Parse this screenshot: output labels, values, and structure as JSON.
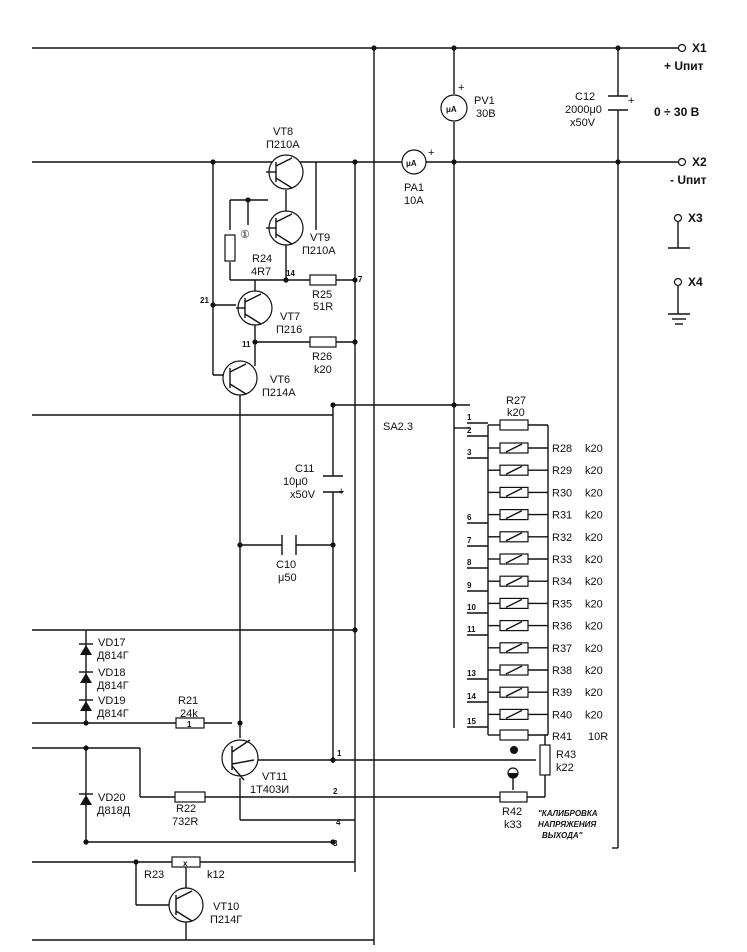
{
  "terminals": {
    "x1": "X1",
    "x1_sub": "+ Uпит",
    "x2": "X2",
    "x2_sub": "- Uпит",
    "x3": "X3",
    "x4": "X4",
    "range": "0 ÷ 30 В"
  },
  "meters": {
    "pv1": {
      "symbol": "μA",
      "ref": "PV1",
      "value": "30В"
    },
    "pa1": {
      "symbol": "μA",
      "ref": "PA1",
      "value": "10А"
    }
  },
  "capacitors": {
    "c12": {
      "ref": "C12",
      "value": "2000μ0",
      "voltage": "x50V"
    },
    "c11": {
      "ref": "C11",
      "value": "10μ0",
      "voltage": "x50V"
    },
    "c10": {
      "ref": "C10",
      "value": "μ50"
    }
  },
  "transistors": {
    "vt8": {
      "ref": "VT8",
      "type": "П210А"
    },
    "vt9": {
      "ref": "VT9",
      "type": "П210А"
    },
    "vt7": {
      "ref": "VT7",
      "type": "П216"
    },
    "vt6": {
      "ref": "VT6",
      "type": "П214А"
    },
    "vt11": {
      "ref": "VT11",
      "type": "1Т403И"
    },
    "vt10": {
      "ref": "VT10",
      "type": "П214Г"
    }
  },
  "resistors": {
    "r24": {
      "ref": "R24",
      "value": "4R7",
      "mark": "①"
    },
    "r25": {
      "ref": "R25",
      "value": "51R"
    },
    "r26": {
      "ref": "R26",
      "value": "k20"
    },
    "r27": {
      "ref": "R27",
      "value": "k20"
    },
    "r21": {
      "ref": "R21",
      "value": "24k",
      "mark": "1"
    },
    "r22": {
      "ref": "R22",
      "value": "732R"
    },
    "r23": {
      "ref": "R23",
      "value": "k12",
      "mark": "x"
    },
    "r41": {
      "ref": "R41",
      "value": "10R"
    },
    "r42": {
      "ref": "R42",
      "value": "k33"
    },
    "r43": {
      "ref": "R43",
      "value": "k22"
    }
  },
  "divider": [
    {
      "ref": "R28",
      "value": "k20"
    },
    {
      "ref": "R29",
      "value": "k20"
    },
    {
      "ref": "R30",
      "value": "k20"
    },
    {
      "ref": "R31",
      "value": "k20"
    },
    {
      "ref": "R32",
      "value": "k20"
    },
    {
      "ref": "R33",
      "value": "k20"
    },
    {
      "ref": "R34",
      "value": "k20"
    },
    {
      "ref": "R35",
      "value": "k20"
    },
    {
      "ref": "R36",
      "value": "k20"
    },
    {
      "ref": "R37",
      "value": "k20"
    },
    {
      "ref": "R38",
      "value": "k20"
    },
    {
      "ref": "R39",
      "value": "k20"
    },
    {
      "ref": "R40",
      "value": "k20"
    }
  ],
  "switch": {
    "ref": "SA2.3",
    "positions": [
      "1",
      "2",
      "3",
      "6",
      "7",
      "8",
      "9",
      "10",
      "11",
      "13",
      "14",
      "15"
    ]
  },
  "diodes": {
    "vd17": {
      "ref": "VD17",
      "type": "Д814Г"
    },
    "vd18": {
      "ref": "VD18",
      "type": "Д814Г"
    },
    "vd19": {
      "ref": "VD19",
      "type": "Д814Г"
    },
    "vd20": {
      "ref": "VD20",
      "type": "Д818Д"
    }
  },
  "pins": {
    "p7": "7",
    "p14": "14",
    "p21": "21",
    "p11": "11",
    "p1": "1",
    "p2": "2",
    "p3": "3",
    "p4": "4"
  },
  "calibration_note": [
    "\"КАЛИБРОВКА",
    "НАПРЯЖЕНИЯ",
    "ВЫХОДА\""
  ]
}
